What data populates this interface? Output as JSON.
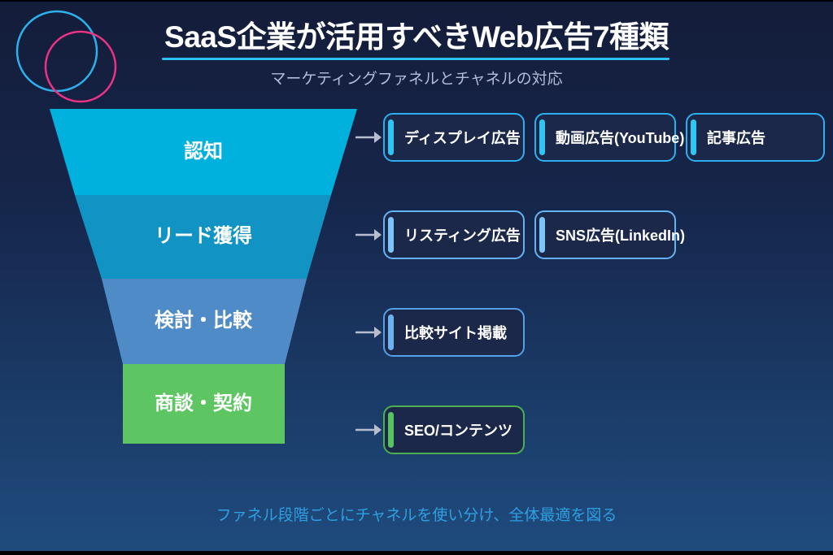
{
  "title": "SaaS企業が活用すべきWeb広告7種類",
  "subtitle": "マーケティングファネルとチャネルの対応",
  "caption": "ファネル段階ごとにチャネルを使い分け、全体最適を図る",
  "colors": {
    "background_top": "#141d3a",
    "background_bottom": "#1f4b7d",
    "title_underline": "#2ec0f2",
    "subtitle_text": "#b4bbd9",
    "caption_text": "#2f9fe3",
    "box_background": "#1b2849",
    "arrow": "#b8bccf",
    "logo_circle_cyan": "#2cb1ec",
    "logo_circle_pink": "#ec3383"
  },
  "funnel": {
    "stages": [
      {
        "label": "認知",
        "color": "#00b0dd"
      },
      {
        "label": "リード獲得",
        "color": "#1194c4"
      },
      {
        "label": "検討・比較",
        "color": "#4f8cc7"
      },
      {
        "label": "商談・契約",
        "color": "#5dc561"
      }
    ]
  },
  "rows": [
    {
      "border": "#2cb0f0",
      "accent": "#2ec6f5",
      "channels": [
        "ディスプレイ広告",
        "動画広告(YouTube)",
        "記事広告"
      ]
    },
    {
      "border": "#66b2f5",
      "accent": "#7cc4fa",
      "channels": [
        "リスティング広告",
        "SNS広告(LinkedIn)"
      ]
    },
    {
      "border": "#55a0e6",
      "accent": "#6cb2f2",
      "channels": [
        "比較サイト掲載"
      ]
    },
    {
      "border": "#4cb052",
      "accent": "#58c25e",
      "channels": [
        "SEO/コンテンツ"
      ]
    }
  ]
}
